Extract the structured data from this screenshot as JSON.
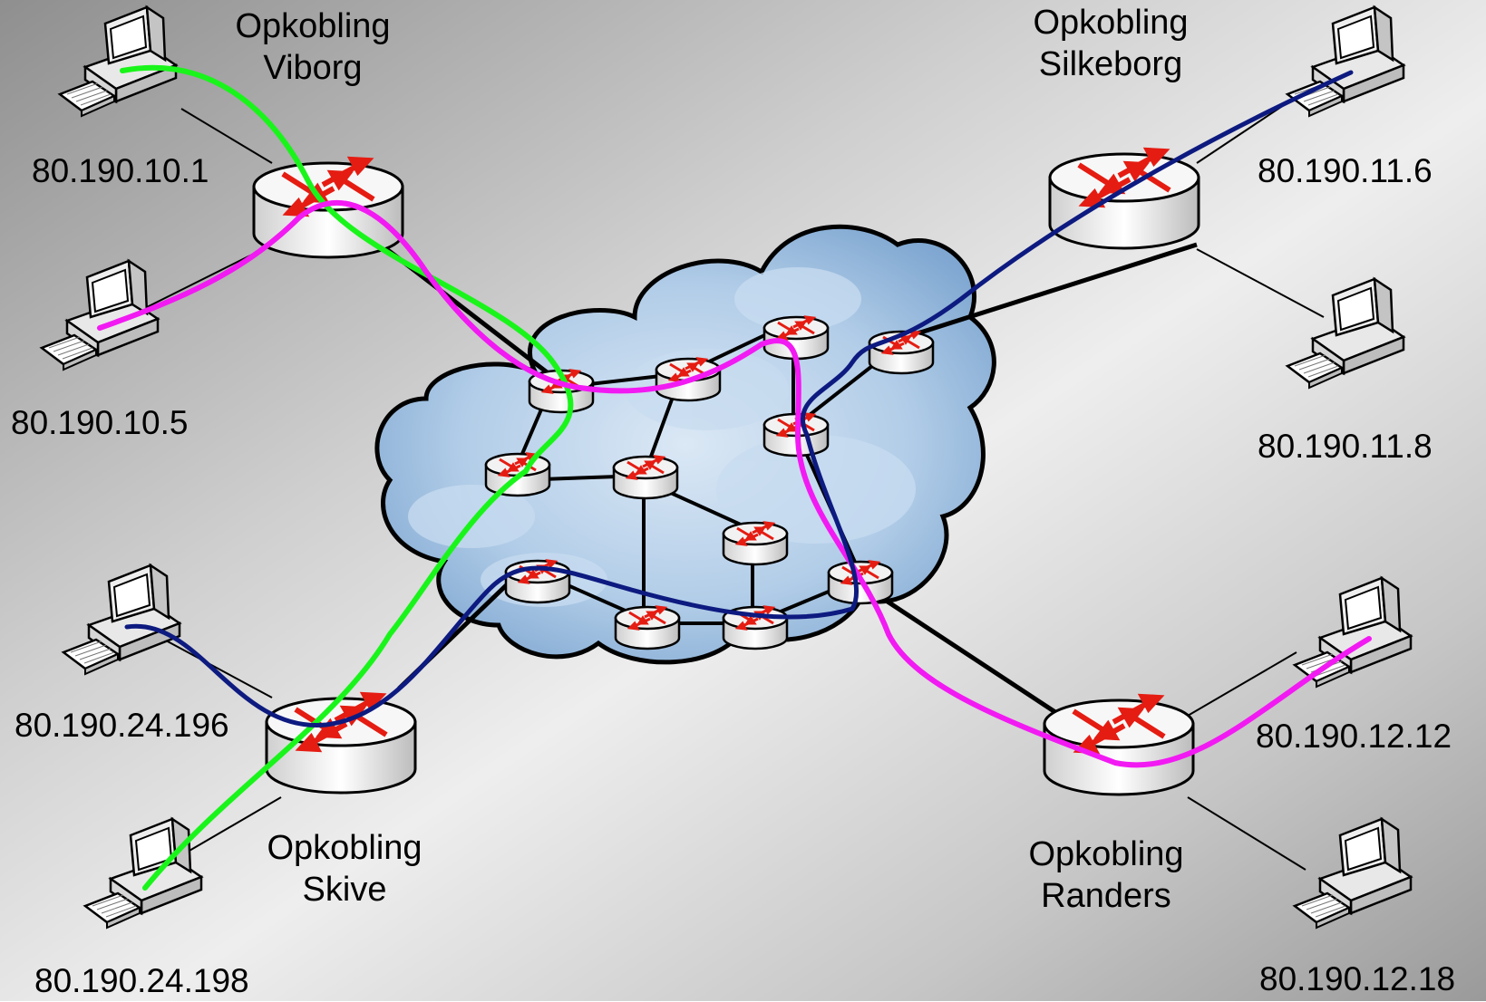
{
  "background": {
    "light": "#eeeeee",
    "dark": "#8f8f8f"
  },
  "colors": {
    "green_path": "#19f51a",
    "magenta_path": "#f21af2",
    "blue_path": "#0d1a80",
    "link": "#000000",
    "arrow": "#e51c12",
    "cloud": "#a9c9e6"
  },
  "sites": {
    "viborg": {
      "line1": "Opkobling",
      "line2": "Viborg"
    },
    "silkeborg": {
      "line1": "Opkobling",
      "line2": "Silkeborg"
    },
    "skive": {
      "line1": "Opkobling",
      "line2": "Skive"
    },
    "randers": {
      "line1": "Opkobling",
      "line2": "Randers"
    }
  },
  "hosts": {
    "h1": "80.190.10.1",
    "h2": "80.190.10.5",
    "h3": "80.190.11.6",
    "h4": "80.190.11.8",
    "h5": "80.190.24.196",
    "h6": "80.190.24.198",
    "h7": "80.190.12.12",
    "h8": "80.190.12.18"
  },
  "icons": {
    "edge_router": "router-cylinder-icon",
    "core_router": "router-icon",
    "host": "desktop-computer-icon",
    "network": "cloud-icon"
  }
}
